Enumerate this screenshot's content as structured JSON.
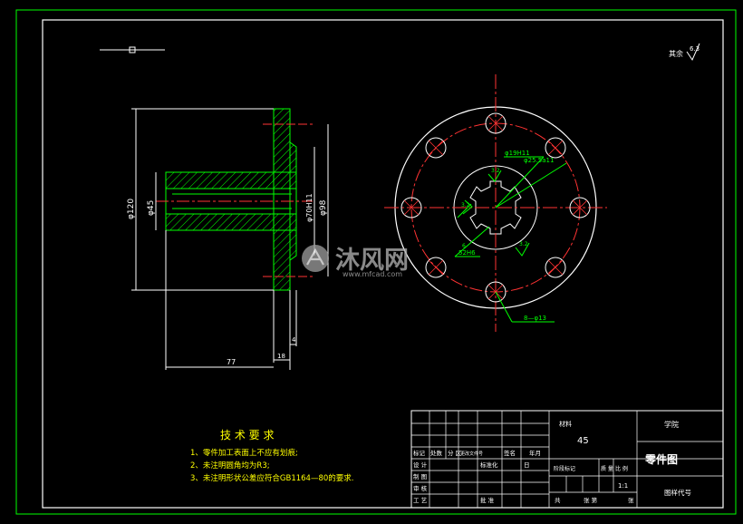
{
  "sheet": {
    "roughness_note": "其余",
    "roughness_value": "6.3"
  },
  "side_view": {
    "dims": {
      "d120": "φ120",
      "d45": "φ45",
      "d98": "φ98",
      "d70": "φ70H11",
      "len77": "77",
      "len18": "18",
      "len4": "4"
    }
  },
  "front_view": {
    "dims": {
      "d19": "φ19H11",
      "d25": "φ25.5a11",
      "holes": "8—φ13",
      "r32a": "3.2",
      "r32b": "3.2",
      "r32c": "3.2",
      "w6": "6",
      "w52": "52H6"
    }
  },
  "watermark": {
    "brand": "沐风网",
    "url": "www.mfcad.com"
  },
  "tech_req": {
    "title": "技 术 要 求",
    "items": [
      "1、零件加工表面上不应有划痕;",
      "2、未注明圆角均为R3;",
      "3、未注明形状公差应符合GB1164—80的要求."
    ]
  },
  "title_block": {
    "material_label": "材料",
    "material_value": "45",
    "school": "学院",
    "part_name": "零件图",
    "drawing_code": "图样代号",
    "scale": "1:1",
    "row_labels": [
      "标记",
      "处数",
      "分 区",
      "更改文件号",
      "签名",
      "年月"
    ],
    "left_labels": [
      "设 计",
      "制 图",
      "审 核",
      "工 艺"
    ],
    "std": "标准化",
    "approve": "批 准",
    "day": "日",
    "stage": "阶段标记",
    "weight": "质 量",
    "ratio": "比 例",
    "sheets_total": "共",
    "sheets_label": "张 第",
    "sheet_label": "张"
  }
}
